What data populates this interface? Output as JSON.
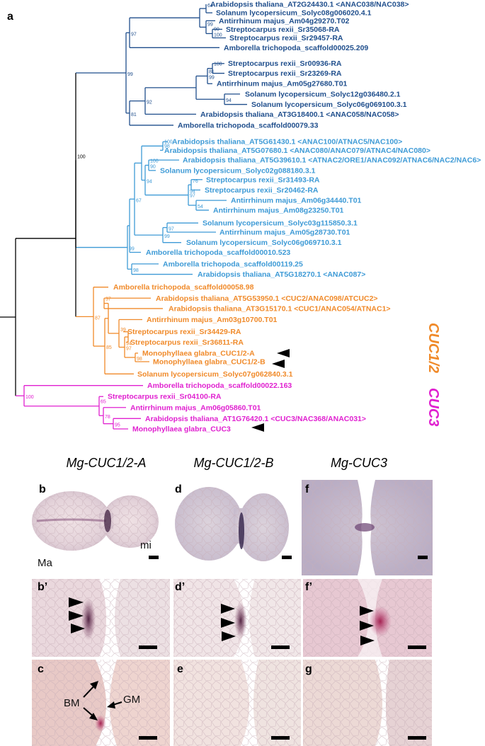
{
  "figure": {
    "panel_a_label": "a",
    "colors": {
      "clade_navy": "#1f4e8c",
      "clade_blue": "#3d9ad6",
      "clade_cuc12": "#f08a2a",
      "clade_cuc3": "#e020d0",
      "root": "#000000"
    },
    "group_labels": {
      "cuc12": "CUC1/2",
      "cuc3": "CUC3"
    },
    "tree_tips": [
      "Arabidopsis thaliana_AT2G24430.1 <ANAC038/NAC038>",
      "Solanum lycopersicum_Solyc08g006020.4.1",
      "Antirrhinum majus_Am04g29270.T02",
      "Streptocarpus rexii_Sr35068-RA",
      "Streptocarpus rexii_Sr29457-RA",
      "Amborella trichopoda_scaffold00025.209",
      "Streptocarpus rexii_Sr00936-RA",
      "Streptocarpus rexii_Sr23269-RA",
      "Antirrhinum majus_Am05g27680.T01",
      "Solanum lycopersicum_Solyc12g036480.2.1",
      "Solanum lycopersicum_Solyc06g069100.3.1",
      "Arabidopsis thaliana_AT3G18400.1 <ANAC058/NAC058>",
      "Amborella trichopoda_scaffold00079.33",
      "Arabidopsis thaliana_AT5G61430.1 <ANAC100/ATNAC5/NAC100>",
      "Arabidopsis thaliana_AT5G07680.1 <ANAC080/ANAC079/ATNAC4/NAC080>",
      "Arabidopsis thaliana_AT5G39610.1 <ATNAC2/ORE1/ANAC092/ATNAC6/NAC2/NAC6>",
      "Solanum lycopersicum_Solyc02g088180.3.1",
      "Streptocarpus rexii_Sr31493-RA",
      "Streptocarpus rexii_Sr20462-RA",
      "Antirrhinum majus_Am06g34440.T01",
      "Antirrhinum majus_Am08g23250.T01",
      "Solanum lycopersicum_Solyc03g115850.3.1",
      "Antirrhinum majus_Am05g28730.T01",
      "Solanum lycopersicum_Solyc06g069710.3.1",
      "Amborella trichopoda_scaffold00010.523",
      "Amborella trichopoda_scaffold00119.25",
      "Arabidopsis thaliana_AT5G18270.1 <ANAC087>",
      "Amborella trichopoda_scaffold00058.98",
      "Arabidopsis thaliana_AT5G53950.1 <CUC2/ANAC098/ATCUC2>",
      "Arabidopsis thaliana_AT3G15170.1 <CUC1/ANAC054/ATNAC1>",
      "Antirrhinum majus_Am03g10700.T01",
      "Streptocarpus rexii_Sr34429-RA",
      "Streptocarpus rexii_Sr36811-RA",
      "Monophyllaea glabra_CUC1/2-A",
      "Monophyllaea glabra_CUC1/2-B",
      "Solanum lycopersicum_Solyc07g062840.3.1",
      "Amborella trichopoda_scaffold00022.163",
      "Streptocarpus rexii_Sr04100-RA",
      "Antirrhinum majus_Am06g05860.T01",
      "Arabidopsis thaliana_AT1G76420.1 <CUC3/NAC368/ANAC031>",
      "Monophyllaea glabra_CUC3"
    ],
    "bootstrap": [
      "64",
      "99",
      "90",
      "100",
      "97",
      "100",
      "81",
      "99",
      "94",
      "92",
      "81",
      "99",
      "100",
      "98",
      "100",
      "90",
      "76",
      "94",
      "97",
      "54",
      "94",
      "67",
      "97",
      "99",
      "99",
      "98",
      "100",
      "37",
      "39",
      "87",
      "94",
      "97",
      "98",
      "85",
      "100",
      "65",
      "78",
      "95"
    ],
    "column_headers": [
      "Mg-CUC1/2-A",
      "Mg-CUC1/2-B",
      "Mg-CUC3"
    ],
    "panel_letters": [
      "b",
      "d",
      "f",
      "b’",
      "d’",
      "f’",
      "c",
      "e",
      "g"
    ],
    "image_labels": {
      "ma": "Ma",
      "mi": "mi",
      "bm": "BM",
      "gm": "GM"
    }
  }
}
